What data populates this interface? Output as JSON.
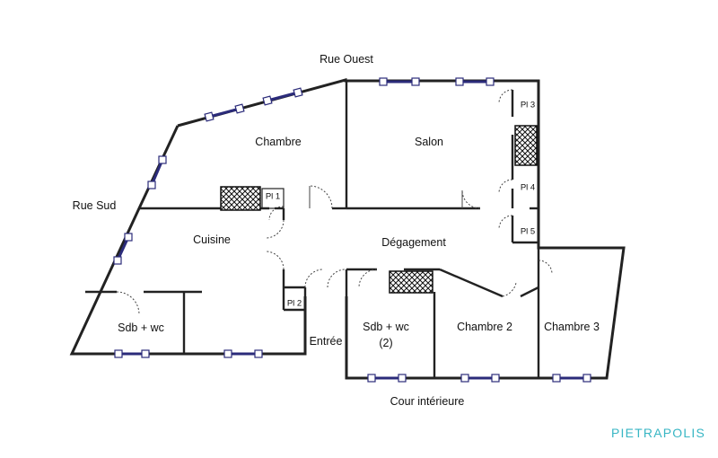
{
  "streets": {
    "ouest": "Rue Ouest",
    "sud": "Rue Sud",
    "cour": "Cour intérieure"
  },
  "rooms": {
    "chambre": "Chambre",
    "salon": "Salon",
    "cuisine": "Cuisine",
    "degagement": "Dégagement",
    "sdb_wc": "Sdb + wc",
    "sdb_wc_2": "Sdb + wc",
    "sdb_wc_2_number": "(2)",
    "chambre_2": "Chambre 2",
    "chambre_3": "Chambre 3",
    "entree": "Entrée"
  },
  "closets": {
    "pl1": "Pl 1",
    "pl2": "Pl 2",
    "pl3": "Pl 3",
    "pl4": "Pl 4",
    "pl5": "Pl 5"
  },
  "brand": "PIETRAPOLIS",
  "colors": {
    "wall": "#222222",
    "window_frame": "#2b2b7a",
    "window_fill": "#ffffff",
    "brand": "#38b6c4"
  }
}
